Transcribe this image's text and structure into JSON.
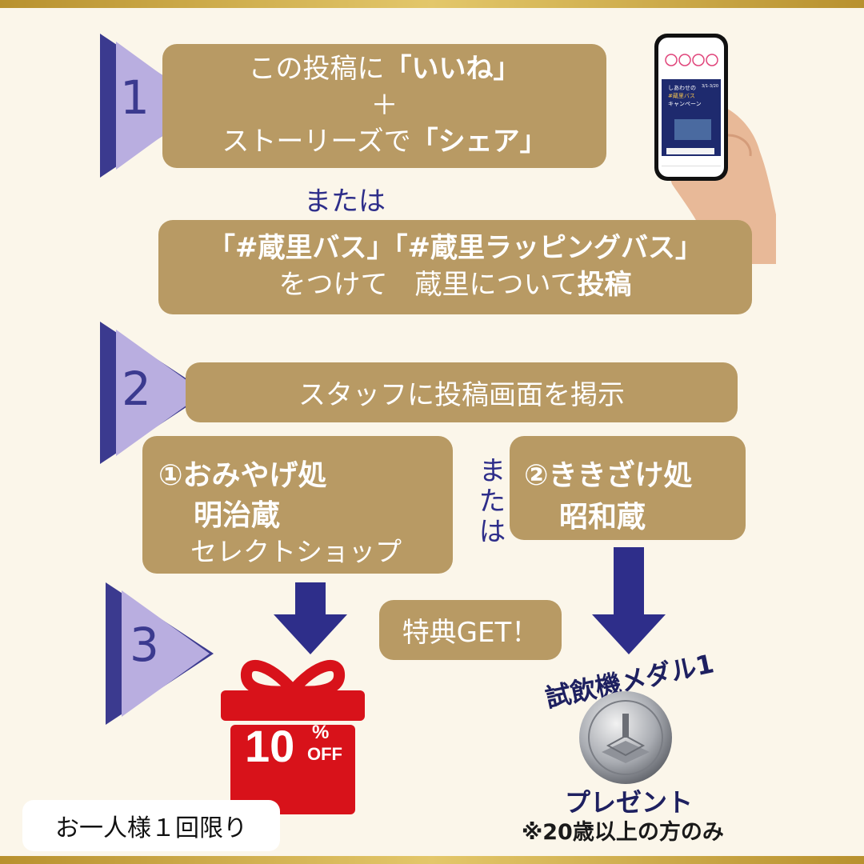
{
  "steps": {
    "one": {
      "number": "1",
      "line1_prefix": "この投稿に",
      "line1_bold": "「いいね」",
      "plus": "＋",
      "line2_prefix": "ストーリーズで",
      "line2_bold": "「シェア」"
    },
    "or_1": "または",
    "hashtag": {
      "tags": "「#蔵里バス」「#蔵里ラッピングバス」",
      "line2_prefix": "をつけて　蔵里について",
      "line2_bold": "投稿"
    },
    "two": {
      "number": "2",
      "text": "スタッフに投稿画面を掲示"
    },
    "shop_a": {
      "line1": "①おみやげ処",
      "line2": "明治蔵",
      "line3": "セレクトショップ"
    },
    "or_2": "または",
    "shop_b": {
      "line1": "②ききざけ処",
      "line2": "昭和蔵"
    },
    "three": {
      "number": "3"
    },
    "benefit": "特典GET！",
    "gift": {
      "number": "10",
      "percent": "%",
      "off": "OFF"
    },
    "medal": {
      "title": "試飲機メダル1枚",
      "present": "プレゼント",
      "age_note": "※20歳以上の方のみ"
    },
    "limit": "お一人様１回限り"
  },
  "phone_post": {
    "line1": "しあわせの",
    "line2": "#蔵里バス",
    "line3": "キャンペーン",
    "date": "3/1-3/20"
  },
  "colors": {
    "box": "#b89a64",
    "accent": "#3b3a8f",
    "triangle": "#b9aee0",
    "gift_red": "#d8121a",
    "gold": "#c9a544"
  },
  "icons": [
    "down-arrow-icon",
    "gift-box-icon",
    "medal-coin-icon",
    "smartphone-in-hand-image"
  ]
}
